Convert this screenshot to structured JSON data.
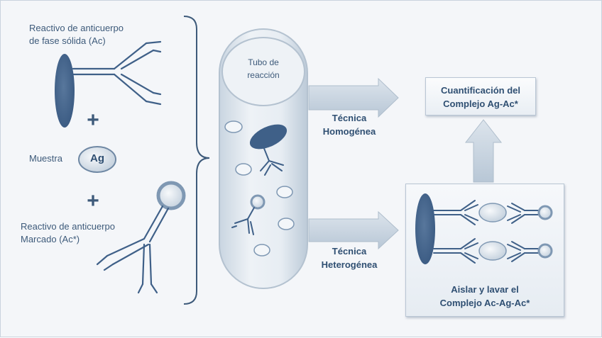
{
  "labels": {
    "solid_phase_line1": "Reactivo de anticuerpo",
    "solid_phase_line2": "de fase sólida (Ac)",
    "plus_1": "+",
    "sample": "Muestra",
    "antigen": "Ag",
    "plus_2": "+",
    "labeled_line1": "Reactivo de anticuerpo",
    "labeled_line2": "Marcado (Ac*)",
    "tube_line1": "Tubo de",
    "tube_line2": "reacción",
    "homogeneous_line1": "Técnica",
    "homogeneous_line2": "Homogénea",
    "heterogeneous_line1": "Técnica",
    "heterogeneous_line2": "Heterogénea",
    "quant_line1": "Cuantificación del",
    "quant_line2": "Complejo Ag-Ac*",
    "isolate_line1": "Aislar y lavar el",
    "isolate_line2": "Complejo Ac-Ag-Ac*"
  },
  "colors": {
    "dark_blue": "#3f6088",
    "mid_blue": "#7f98b3",
    "light_fill": "#e4ebf2",
    "text": "#3d5a7a",
    "arrow": "#c7d3df"
  }
}
